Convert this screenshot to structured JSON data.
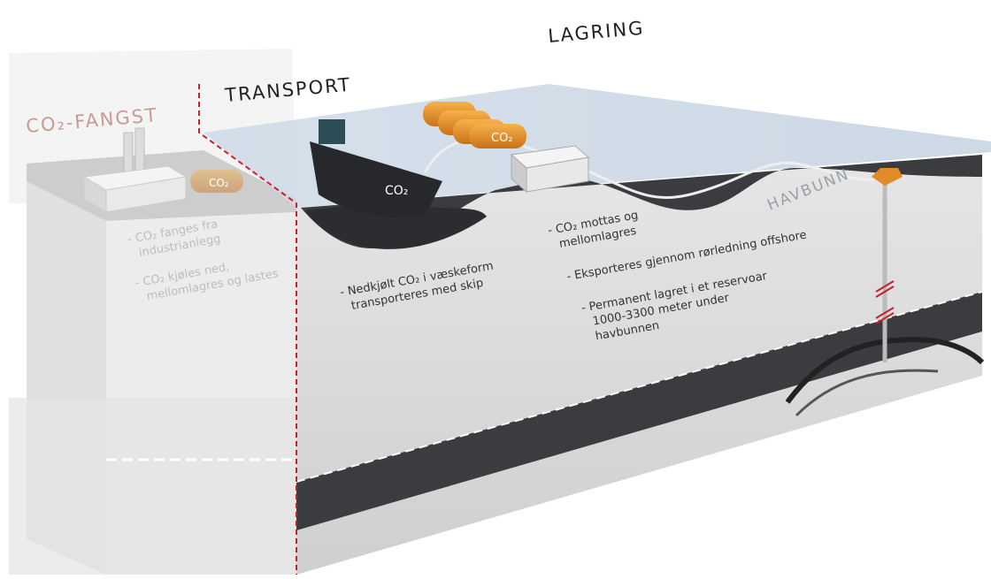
{
  "headings": {
    "capture": "CO₂-FANGST",
    "transport": "TRANSPORT",
    "storage": "LAGRING"
  },
  "labels": {
    "tank_capture": "CO₂",
    "ship": "CO₂",
    "tanks_storage": "CO₂",
    "seabed": "HAVBUNN"
  },
  "capture_notes": [
    [
      "- CO₂ fanges fra",
      "industrianlegg"
    ],
    [
      "- CO₂ kjøles ned,",
      "mellomlagres og lastes"
    ]
  ],
  "transport_notes": [
    [
      "- Nedkjølt CO₂ i væskeform",
      "transporteres med skip"
    ]
  ],
  "storage_notes": [
    [
      "- CO₂ mottas og",
      "mellomlagres"
    ],
    [
      "- Eksporteres gjennom rørledning offshore"
    ],
    [
      "- Permanent lagret i et reservoar",
      "1000-3300  meter under",
      "havbunnen"
    ]
  ],
  "colors": {
    "accent_red": "#c8202a",
    "capture_heading": "#c99a90",
    "tank_orange": "#e8902a",
    "dark": "#2b2d30"
  }
}
